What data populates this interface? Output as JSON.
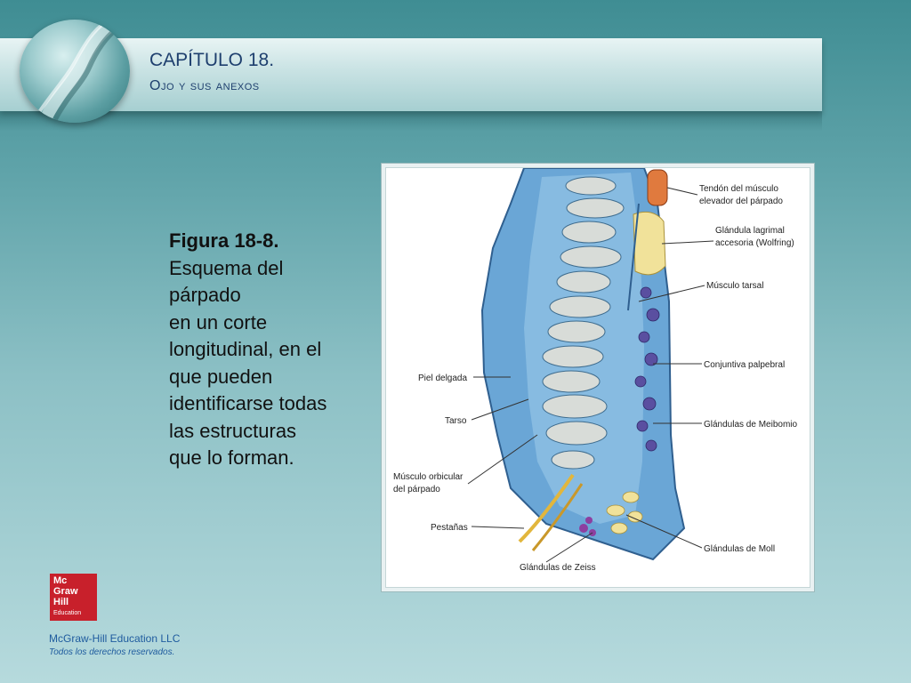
{
  "header": {
    "chapter": "CAPÍTULO 18.",
    "subtitle": "Ojo y sus anexos"
  },
  "caption": {
    "figure_label": "Figura 18-8.",
    "lines": [
      "Esquema del",
      "párpado",
      "en un corte",
      "longitudinal, en el",
      "que pueden",
      "identificarse todas",
      "las estructuras",
      "que lo forman."
    ]
  },
  "figure": {
    "labels": {
      "tendon_1": "Tendón del músculo",
      "tendon_2": "elevador del párpado",
      "lacrimal_1": "Glándula lagrimal",
      "lacrimal_2": "accesoria (Wolfring)",
      "tarsal_muscle": "Músculo tarsal",
      "thin_skin": "Piel delgada",
      "conjunctiva": "Conjuntiva palpebral",
      "tarsus": "Tarso",
      "meibomian": "Glándulas de Meibomio",
      "orbicularis_1": "Músculo orbicular",
      "orbicularis_2": "del párpado",
      "eyelashes": "Pestañas",
      "moll": "Glándulas de Moll",
      "zeiss": "Glándulas de Zeiss"
    }
  },
  "logo": {
    "line1": "Mc",
    "line2": "Graw",
    "line3": "Hill",
    "line4": "Education"
  },
  "footer": {
    "company": "McGraw-Hill Education LLC",
    "rights": "Todos los derechos reservados."
  },
  "colors": {
    "title": "#1e3f6e",
    "logo_red": "#c8202b",
    "footer_text": "#1e5b9e",
    "tissue_blue": "#6aa6d6",
    "gland_purple": "#5a4fa0"
  }
}
